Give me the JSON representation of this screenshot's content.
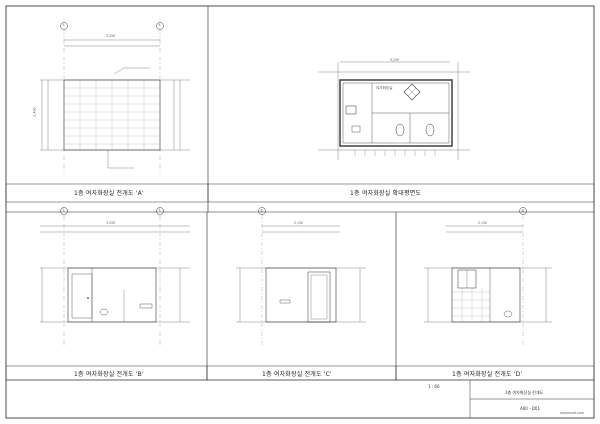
{
  "sheet": {
    "title": "1층 여자화장실 전개도",
    "scale": "1 : 60",
    "drawing_no": "A00 - D01",
    "watermark": "mayercad.com"
  },
  "views": {
    "a": {
      "caption": "1층  여자화장실  전개도  'A'",
      "grid_left": "②",
      "grid_right": "③",
      "overall_dim": "3,250",
      "height_dim": "2,400"
    },
    "plan": {
      "caption": "1층  여자화장실  확대평면도",
      "room_label": "여자화장실",
      "overall_dim": "3,250"
    },
    "b": {
      "caption": "1층  여자화장실  전개도  'B'",
      "grid_left": "②",
      "grid_right": "③",
      "overall_dim": "3,250"
    },
    "c": {
      "caption": "1층  여자화장실  전개도  'C'",
      "grid_left": "Ⓑ",
      "overall_dim": "2,150"
    },
    "d": {
      "caption": "1층  여자화장실  전개도  'D'",
      "grid_right": "Ⓑ",
      "overall_dim": "2,150"
    }
  },
  "colors": {
    "line": "#333333",
    "thin": "#777777",
    "frame": "#222222"
  }
}
